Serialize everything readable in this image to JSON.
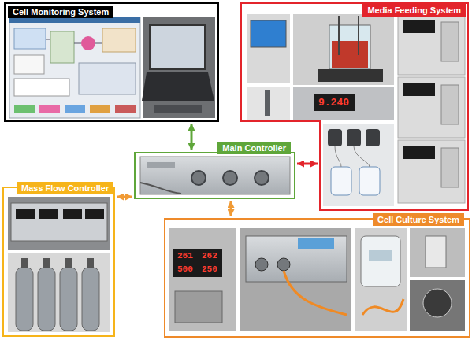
{
  "diagram": {
    "nodes": [
      {
        "text": [
          "Cell Monitoring System"
        ]
      },
      {
        "text": [
          "Media Feeding System"
        ]
      },
      {
        "text": [
          "Main Controller"
        ]
      },
      {
        "text": [
          "Mass Flow Controller"
        ]
      },
      {
        "text": [
          "Cell Culture System"
        ]
      }
    ],
    "edges": [
      {
        "from": 0,
        "to": 2,
        "arrow": "both"
      },
      {
        "from": 2,
        "to": 1,
        "arrow": "both"
      },
      {
        "from": 3,
        "to": 2,
        "arrow": "both"
      },
      {
        "from": 2,
        "to": 4,
        "arrow": "both"
      }
    ],
    "labels": [
      "9.240",
      "261",
      "500",
      "262",
      "250"
    ]
  }
}
